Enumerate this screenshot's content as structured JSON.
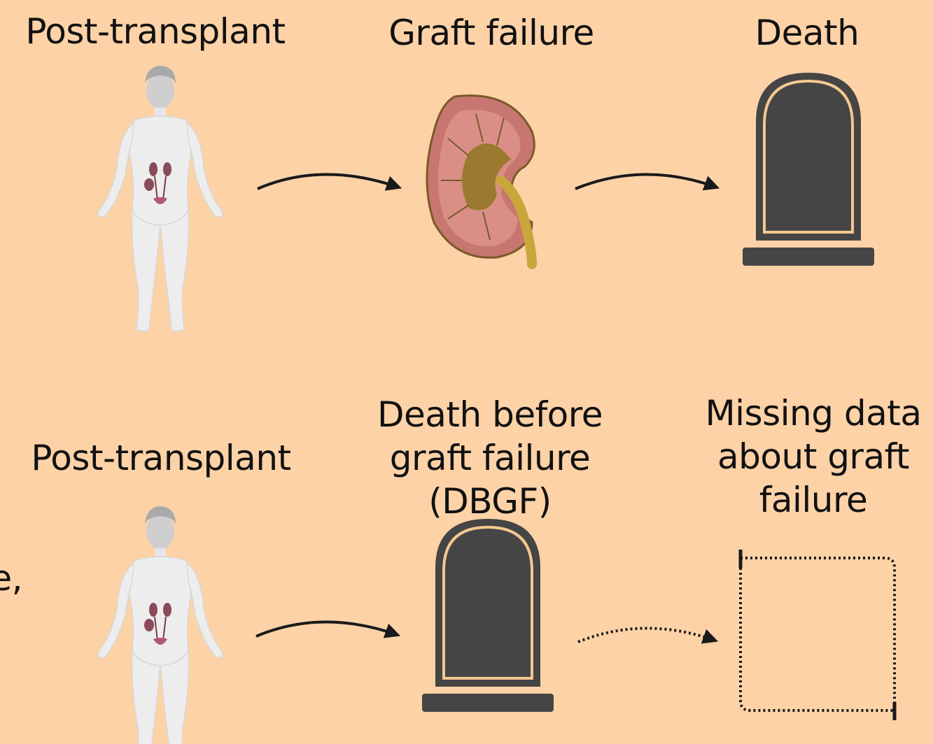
{
  "row1": {
    "start_label": "Post-transplant",
    "middle_label": "Graft failure",
    "end_label": "Death"
  },
  "row2": {
    "start_label": "Post-transplant",
    "middle_label_lines": [
      "Death before",
      "graft failure",
      "(DBGF)"
    ],
    "end_label_lines": [
      "Missing data",
      "about graft",
      "failure"
    ],
    "left_edge_fragment": "e,"
  },
  "colors": {
    "background": "#fdd2a7",
    "tombstone": "#454545",
    "tombstone_trim": "#f3c88f",
    "arrow": "#1a1a1a",
    "body": "#ececec",
    "kidney_outer": "#c7776f",
    "kidney_pelvis": "#9b7a2f",
    "ureter": "#c9a63a"
  },
  "icons": [
    "human-figure-icon",
    "kidney-icon",
    "tombstone-icon",
    "dotted-missing-box-icon"
  ]
}
